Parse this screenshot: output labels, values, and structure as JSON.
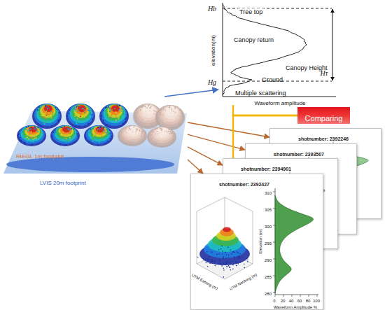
{
  "diagram": {
    "nodes": [
      {
        "text": [
          "RIEGL 1m footprint",
          "LVIS 20m footprint"
        ]
      },
      {
        "text": [
          "Tree top",
          "Canopy return",
          "Canopy Height",
          "Ground",
          "Multiple scattering"
        ]
      },
      {
        "text": [
          "Comparing"
        ]
      },
      {
        "text": [
          "shotnumber: 2392246"
        ]
      },
      {
        "text": [
          "shotnumber: 2393507"
        ]
      },
      {
        "text": [
          "shotnumber: 2394901"
        ]
      },
      {
        "text": [
          "shotnumber: 2392427"
        ]
      }
    ],
    "edges": [
      {
        "from": 0,
        "to": 1,
        "arrow": "to"
      },
      {
        "from": 0,
        "to": 3,
        "arrow": "to"
      },
      {
        "from": 0,
        "to": 4,
        "arrow": "to"
      },
      {
        "from": 0,
        "to": 5,
        "arrow": "to"
      },
      {
        "from": 0,
        "to": 6,
        "arrow": "to"
      },
      {
        "from": 1,
        "to": 2,
        "arrow": "none"
      },
      {
        "from": 5,
        "to": 2,
        "arrow": "none"
      }
    ],
    "labels": [
      "Hb",
      "Hg",
      "Hτ",
      "elevation(m)",
      "Waveform amplitude",
      "UTM Easting (m)",
      "UTM Northing (m)",
      "310",
      "305",
      "300",
      "295",
      "290",
      "285",
      "280",
      "Elevation (m)",
      "0",
      "20",
      "40",
      "60",
      "80",
      "100",
      "Waveform Amplitude %"
    ]
  }
}
